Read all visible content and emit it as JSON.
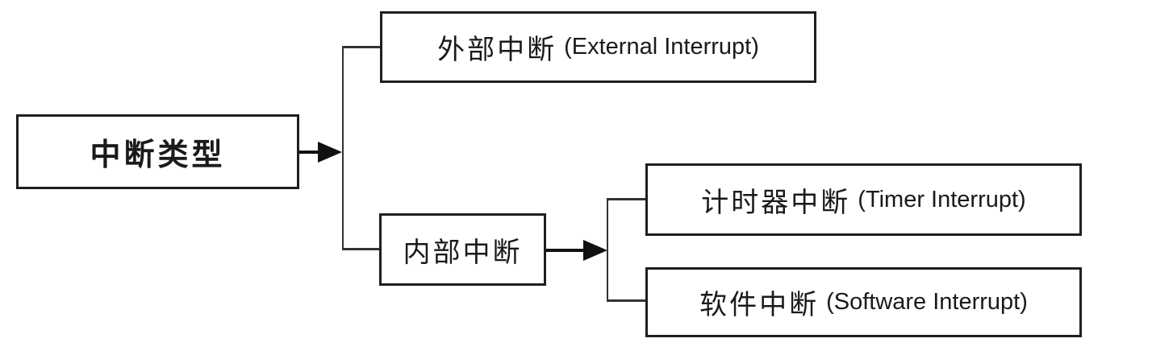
{
  "diagram": {
    "type": "tree-flowchart",
    "orientation": "left-to-right",
    "nodes": {
      "root": {
        "zh": "中断类型",
        "en": ""
      },
      "external": {
        "zh": "外部中断",
        "en": "(External Interrupt)"
      },
      "internal": {
        "zh": "内部中断",
        "en": ""
      },
      "timer": {
        "zh": "计时器中断",
        "en": "(Timer Interrupt)"
      },
      "software": {
        "zh": "软件中断",
        "en": "(Software Interrupt)"
      }
    },
    "edges": [
      {
        "from": "root",
        "to": "external"
      },
      {
        "from": "root",
        "to": "internal"
      },
      {
        "from": "internal",
        "to": "timer"
      },
      {
        "from": "internal",
        "to": "software"
      }
    ],
    "colors": {
      "background": "#ffffff",
      "box_border": "#1f1f1f",
      "box_fill": "#ffffff",
      "connector": "#333333",
      "arrow": "#111111",
      "text": "#1a1a1a"
    }
  }
}
